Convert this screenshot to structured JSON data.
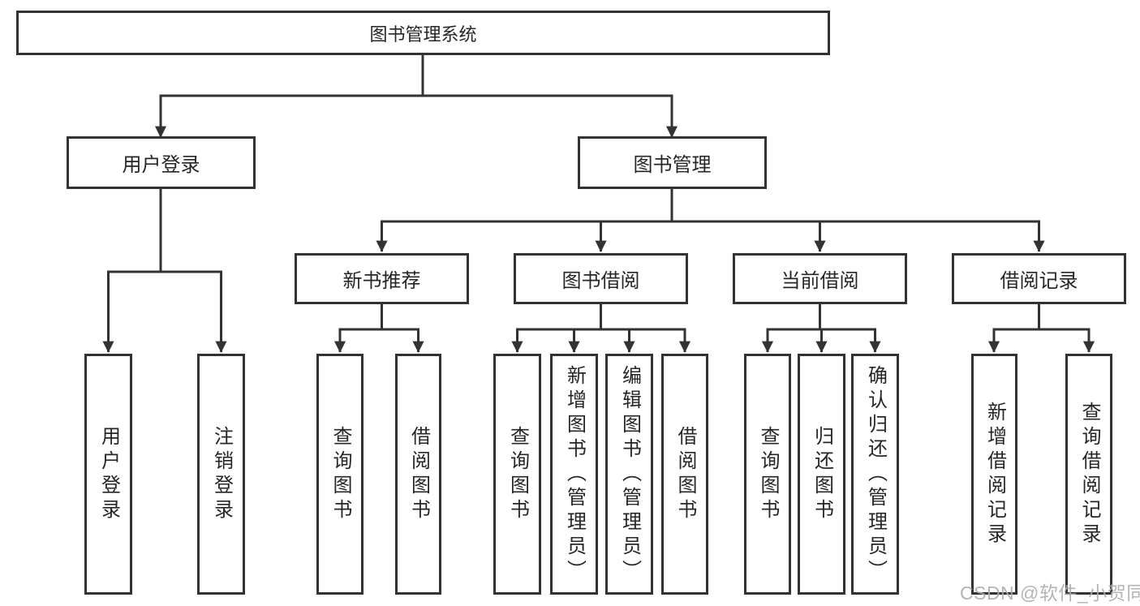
{
  "title": "图书管理系统",
  "level2": {
    "user_login": "用户登录",
    "book_mgmt": "图书管理"
  },
  "level3": {
    "new_books": "新书推荐",
    "borrow": "图书借阅",
    "current": "当前借阅",
    "records": "借阅记录"
  },
  "leaves": {
    "user_login": [
      "用户登录",
      "注销登录"
    ],
    "new_books": [
      "查询图书",
      "借阅图书"
    ],
    "borrow": [
      "查询图书",
      "新增图书（管理员）",
      "编辑图书（管理员）",
      "借阅图书"
    ],
    "current": [
      "查询图书",
      "归还图书",
      "确认归还（管理员）"
    ],
    "records": [
      "新增借阅记录",
      "查询借阅记录"
    ]
  },
  "watermark": "CSDN @软件_小贺同学",
  "colors": {
    "line": "#333333",
    "text": "#262626",
    "watermark": "#acacac",
    "background": "#ffffff"
  }
}
